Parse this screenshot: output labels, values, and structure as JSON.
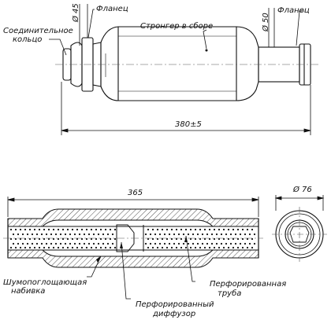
{
  "labels": {
    "flange_left": "Фланец",
    "flange_right": "Фланец",
    "coupling_ring_line1": "Соединительное",
    "coupling_ring_line2": "кольцо",
    "strong_assembly": "Стронгер в сборе",
    "absorbent_line1": "Шумопоглощающая",
    "absorbent_line2": "набивка",
    "perforated_diffuser_line1": "Перфорированный",
    "perforated_diffuser_line2": "диффузор",
    "perforated_pipe_line1": "Перфорированная",
    "perforated_pipe_line2": "труба"
  },
  "dimensions": {
    "inlet_diameter": "Ø 45",
    "outlet_diameter": "Ø 50",
    "overall_length": "380±5",
    "section_length": "365",
    "body_diameter": "Ø 76"
  }
}
